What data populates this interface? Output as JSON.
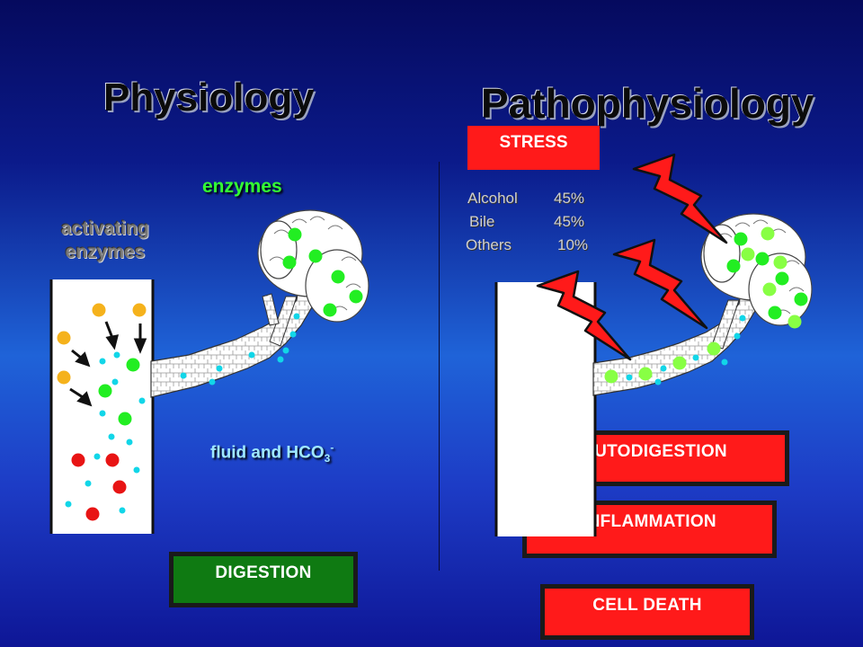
{
  "left_panel": {
    "title": "Physiology",
    "enzymes_label": "enzymes",
    "activating_label": "activating enzymes",
    "activating_line1": "activating",
    "activating_line2": "enzymes",
    "fluid_label": "fluid and HCO",
    "fluid_sub": "3",
    "fluid_sup": "-",
    "outcome": "DIGESTION"
  },
  "right_panel": {
    "title": "Pathophysiology",
    "trigger": "STRESS",
    "causes": [
      {
        "name": "Alcohol",
        "percent": "45%"
      },
      {
        "name": "Bile",
        "percent": "45%"
      },
      {
        "name": "Others",
        "percent": "10%"
      }
    ],
    "outcomes": [
      "AUTODIGESTION",
      "INFLAMMATION",
      "CELL DEATH"
    ]
  },
  "colors": {
    "enzyme_green": "#22ee22",
    "light_green": "#88ff44",
    "zymogen_yellow": "#f5b21c",
    "digested_red": "#e81414",
    "bicarbonate_cyan": "#12d6e8",
    "outcome_red": "#ff1a1a",
    "outcome_green": "#0f7a12",
    "bolt_red": "#ff1a1a"
  }
}
